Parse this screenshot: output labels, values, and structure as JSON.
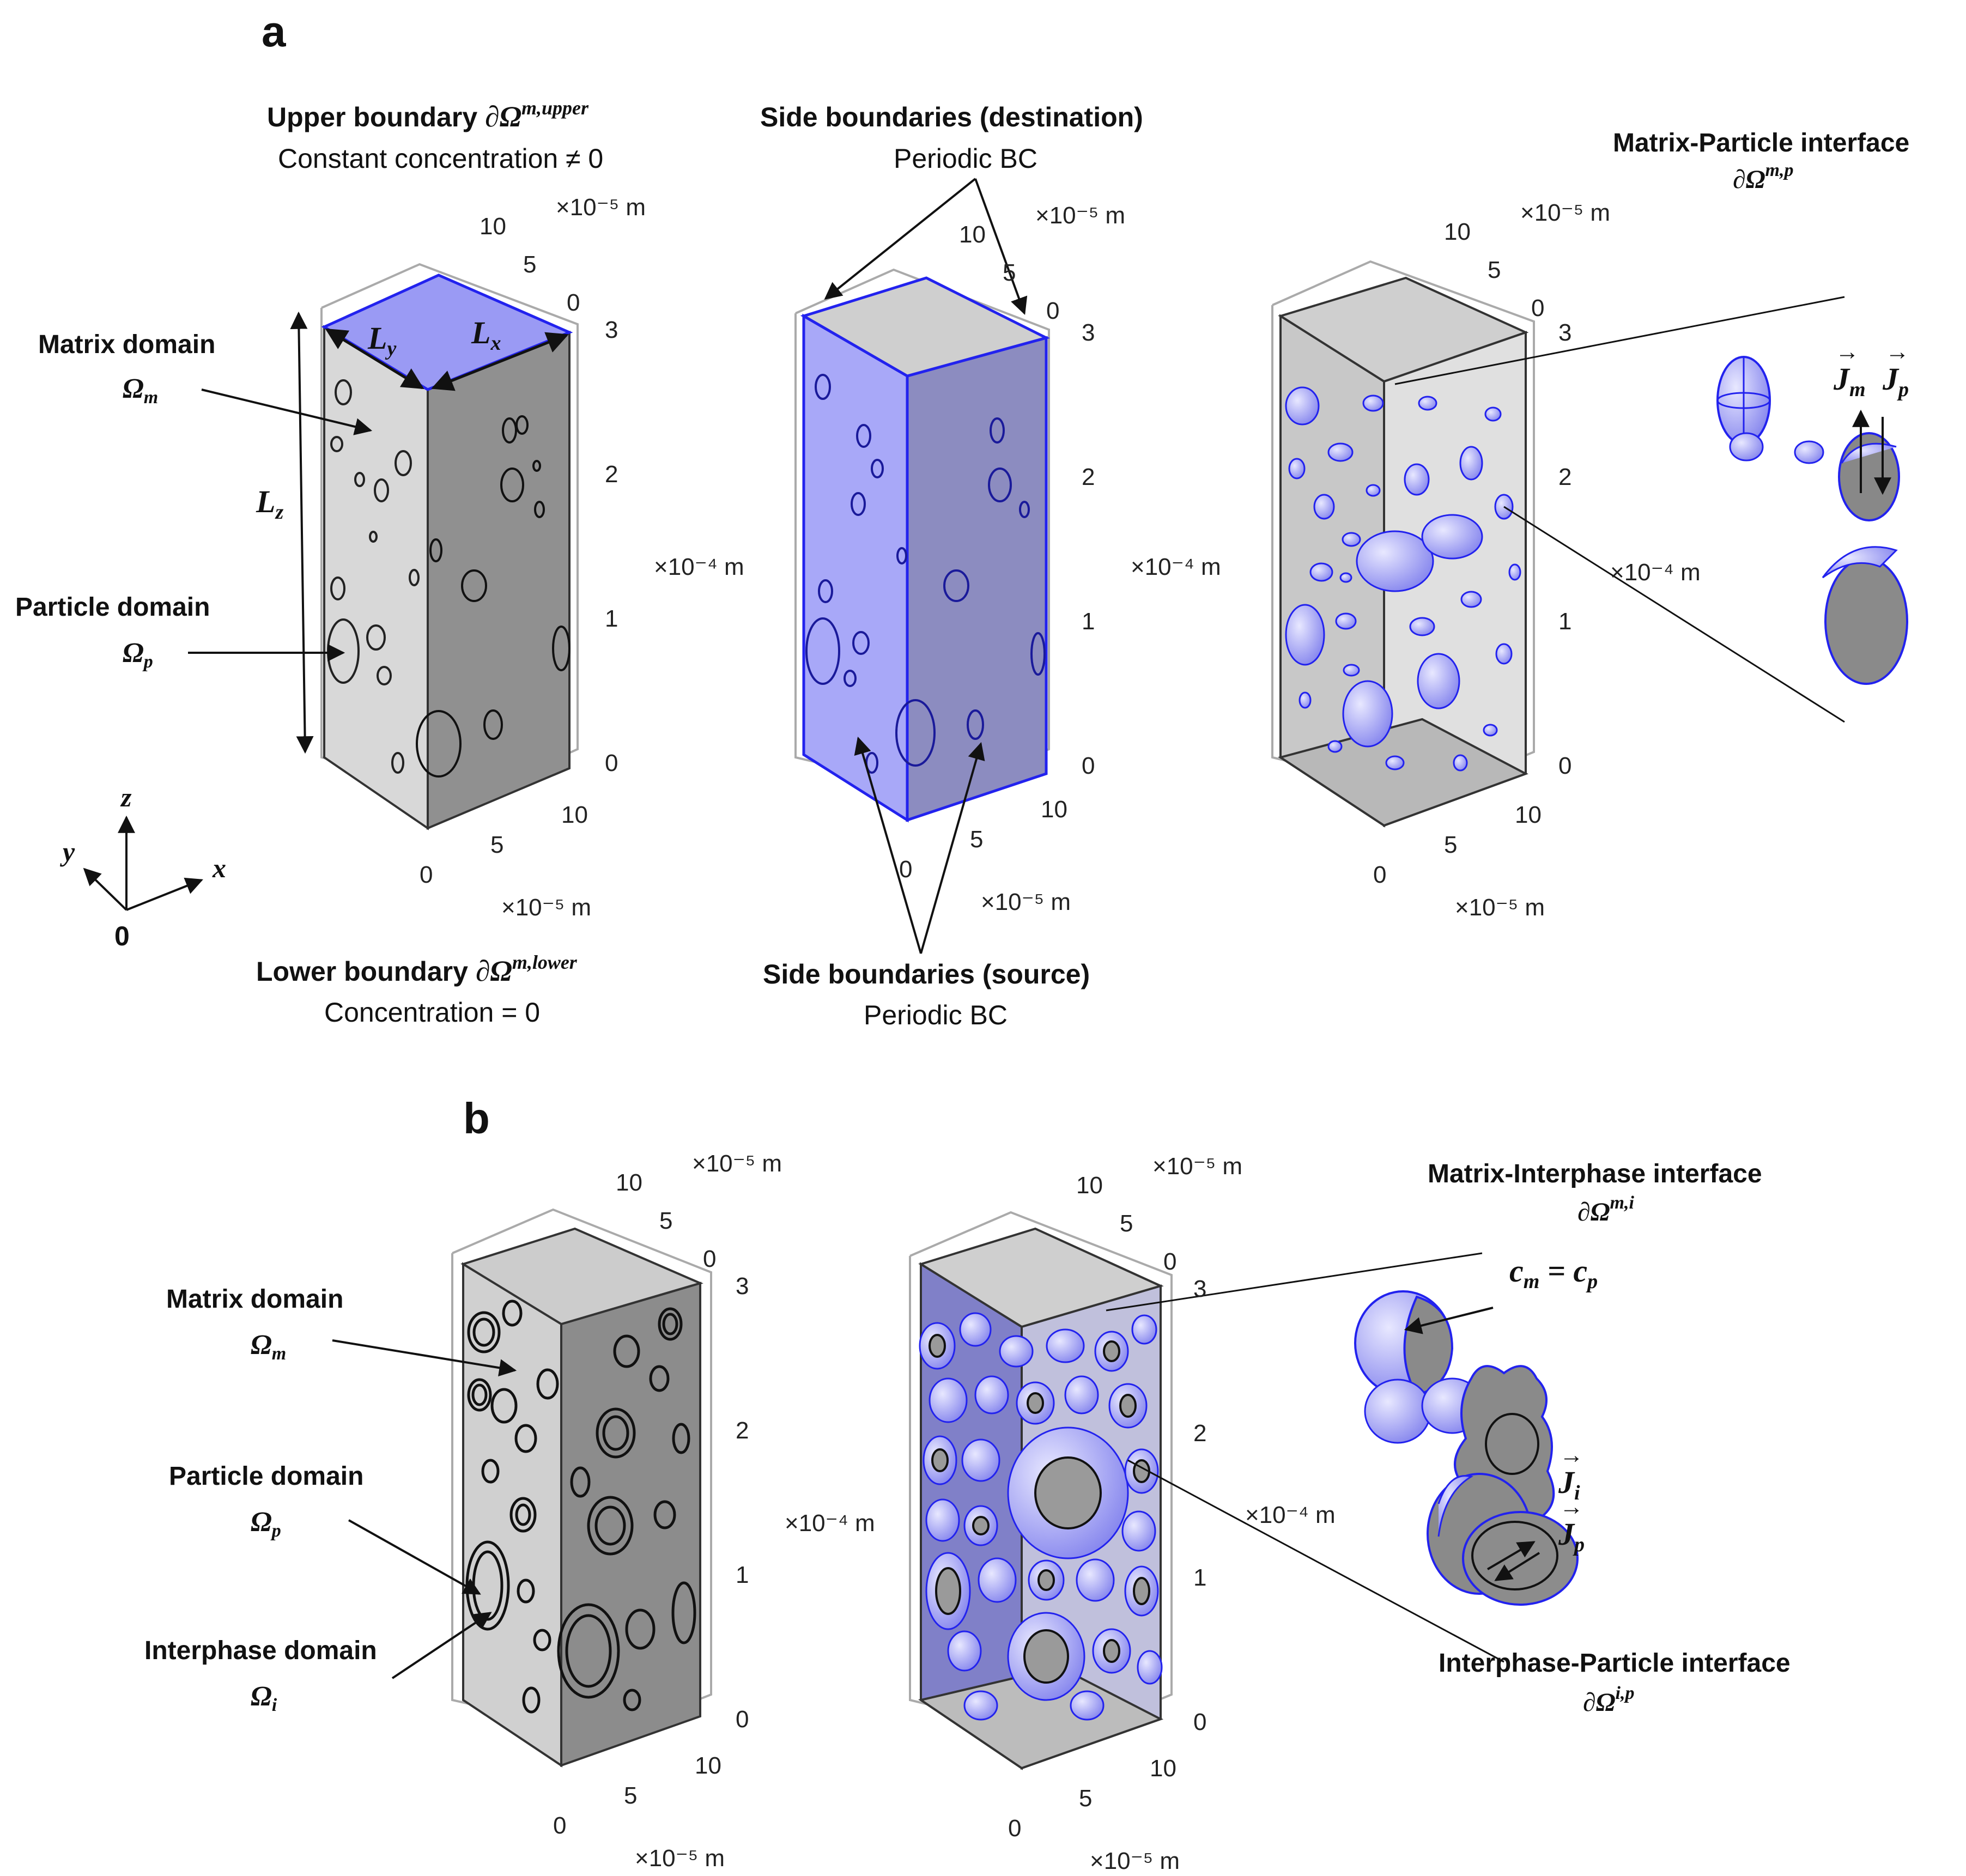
{
  "panels": {
    "a": "a",
    "b": "b"
  },
  "panel_a": {
    "upper_title": "Upper boundary ∂Ωᵐ'ᵘᵖᵖᵉʳ",
    "upper_title_text": "Upper boundary",
    "upper_title_math": "∂Ω",
    "upper_title_sup": "m,upper",
    "upper_sub": "Constant concentration ≠ 0",
    "lower_title_text": "Lower boundary",
    "lower_title_math": "∂Ω",
    "lower_title_sup": "m,lower",
    "lower_sub": "Concentration = 0",
    "side_dest_title": "Side boundaries (destination)",
    "side_dest_sub": "Periodic BC",
    "side_src_title": "Side boundaries (source)",
    "side_src_sub": "Periodic BC",
    "mp_interface_title": "Matrix-Particle interface",
    "mp_interface_math": "∂Ω",
    "mp_interface_sup": "m,p",
    "matrix_label": "Matrix domain",
    "matrix_math": "Ω",
    "matrix_sub": "m",
    "particle_label": "Particle domain",
    "particle_math": "Ω",
    "particle_sub": "p",
    "Lx": "L",
    "Lx_sub": "x",
    "Ly": "L",
    "Ly_sub": "y",
    "Lz": "L",
    "Lz_sub": "z",
    "Jm": "J",
    "Jm_sub": "m",
    "Jp": "J",
    "Jp_sub": "p"
  },
  "panel_b": {
    "matrix_label": "Matrix domain",
    "matrix_math": "Ω",
    "matrix_sub": "m",
    "particle_label": "Particle domain",
    "particle_math": "Ω",
    "particle_sub": "p",
    "interphase_label": "Interphase domain",
    "interphase_math": "Ω",
    "interphase_sub": "i",
    "mi_interface_title": "Matrix-Interphase interface",
    "mi_interface_math": "∂Ω",
    "mi_interface_sup": "m,i",
    "ip_interface_title": "Interphase-Particle interface",
    "ip_interface_math": "∂Ω",
    "ip_interface_sup": "i,p",
    "continuity_eq_c": "c",
    "continuity_eq_m": "m",
    "continuity_eq_eq": " = ",
    "continuity_eq_p": "p",
    "Ji": "J",
    "Ji_sub": "i",
    "Jp": "J",
    "Jp_sub": "p"
  },
  "axes_tri": {
    "z": "z",
    "y": "y",
    "x": "x",
    "origin": "0"
  },
  "axis_ticks": {
    "top_ticks": [
      "10",
      "5",
      "0"
    ],
    "vertical_ticks": [
      "3",
      "2",
      "1",
      "0"
    ],
    "bottom_ticks": [
      "10",
      "5",
      "0"
    ],
    "unit_top": "×10⁻⁵ m",
    "unit_side": "×10⁻⁴ m",
    "unit_bottom": "×10⁻⁵ m"
  },
  "colors": {
    "boundary_blue": "#9a9af4",
    "edge_blue": "#2222ee",
    "face_light": "#d6d6d6",
    "face_dark": "#8e8e8e",
    "top_grey": "#cfcfcf"
  }
}
